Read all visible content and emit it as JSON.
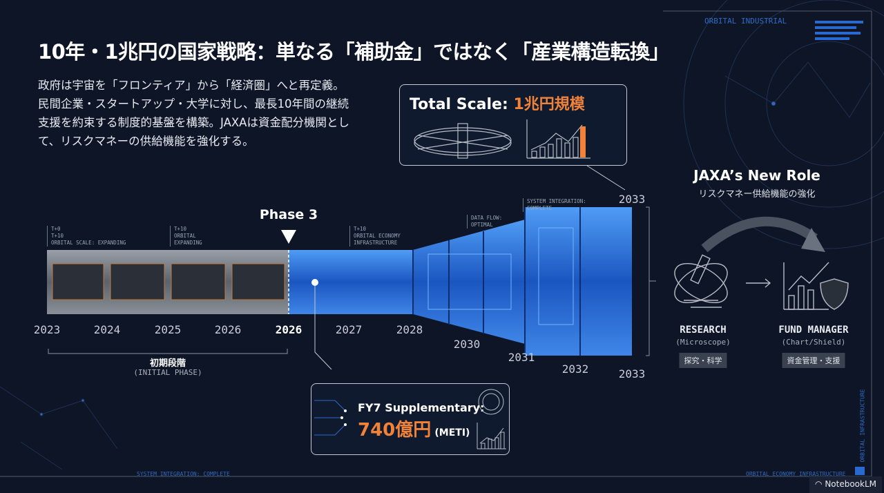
{
  "title": "10年・1兆円の国家戦略：単なる「補助金」ではなく「産業構造転換」",
  "intro": [
    "政府は宇宙を「フロンティア」から「経済圏」へと再定義。",
    "民間企業・スタートアップ・大学に対し、最長10年間の継続",
    "支援を約束する制度的基盤を構築。JAXAは資金配分機関とし",
    "て、リスクマネーの供給機能を強化する。"
  ],
  "decor": {
    "top_right": "ORBITAL INDUSTRIAL",
    "bottom_left": "SYSTEM INTEGRATION: COMPLETE",
    "bottom_right": "ORBITAL ECONOMY INFRASTRUCTURE",
    "vertical_right": "ORBITAL INFRASTRUCTURE"
  },
  "timeline": {
    "phase_label": "Phase 3",
    "years": [
      "2023",
      "2024",
      "2025",
      "2026",
      "2026",
      "2027",
      "2028",
      "2030",
      "2031",
      "2032",
      "2033",
      "2033"
    ],
    "annotations": [
      [
        "T+0",
        "T+10",
        "ORBITAL SCALE: EXPANDING"
      ],
      [
        "T+10",
        "ORBITAL",
        "EXPANDING"
      ],
      [
        "T+10",
        "ORBITAL ECONOMY",
        "INFRASTRUCTURE"
      ],
      [
        "DATA FLOW:",
        "OPTIMAL"
      ],
      [
        "SYSTEM INTEGRATION:",
        "COMPLETE"
      ]
    ],
    "initial_phase": {
      "label": "初期段階",
      "sub": "(INITIAL PHASE)"
    }
  },
  "total_scale": {
    "label": "Total Scale:",
    "value": "1兆円規模"
  },
  "fy7": {
    "label": "FY7 Supplementary:",
    "value": "740億円",
    "sub": "(METI)"
  },
  "jaxa": {
    "title": "JAXA’s New Role",
    "subtitle": "リスクマネー供給機能の強化",
    "research": {
      "label": "RESEARCH",
      "sub": "(Microscope)",
      "tag": "探究・科学"
    },
    "fund": {
      "label": "FUND MANAGER",
      "sub": "(Chart/Shield)",
      "tag": "資金管理・支援"
    }
  },
  "watermark": "NotebookLM",
  "colors": {
    "accent": "#f0823a",
    "blue": "#2f7fe0",
    "bg": "#0d1526"
  }
}
